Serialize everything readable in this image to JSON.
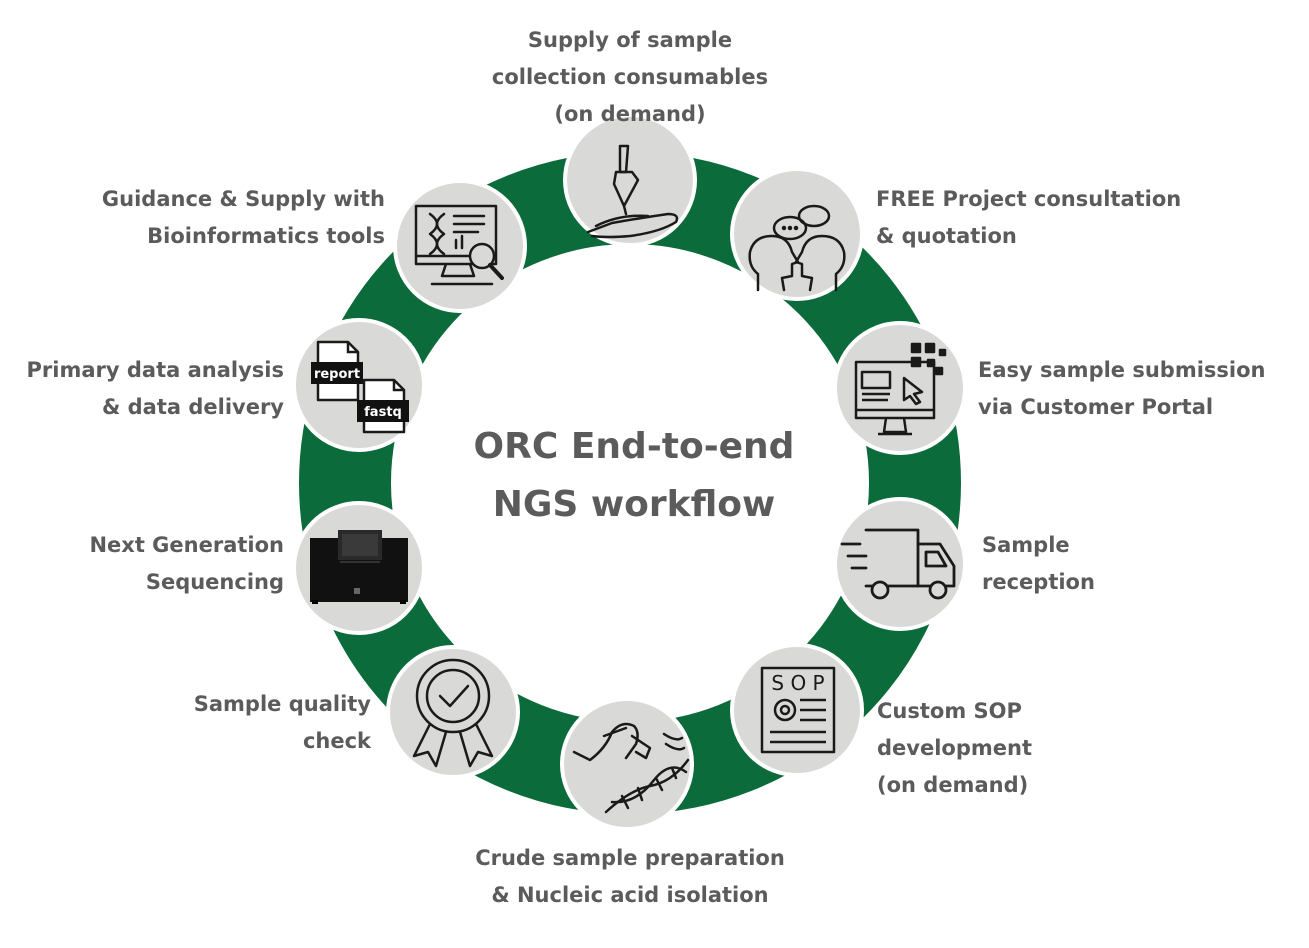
{
  "colors": {
    "ring": "#0b6b3a",
    "node": "#d9d9d7",
    "text": "#5b5b5b",
    "icon": "#1a1a1a"
  },
  "title": {
    "line1": "ORC End-to-end",
    "line2": "NGS workflow"
  },
  "steps": [
    {
      "icon": "pipette-hand-icon",
      "lines": [
        "Supply of sample",
        "collection consumables",
        "(on demand)"
      ]
    },
    {
      "icon": "consultation-heads-icon",
      "lines": [
        "FREE Project consultation",
        "& quotation"
      ]
    },
    {
      "icon": "customer-portal-monitor-icon",
      "lines": [
        "Easy sample submission",
        "via Customer Portal"
      ]
    },
    {
      "icon": "delivery-truck-icon",
      "lines": [
        "Sample",
        "reception"
      ]
    },
    {
      "icon": "sop-document-icon",
      "lines": [
        "Custom SOP",
        "development",
        "(on demand)"
      ]
    },
    {
      "icon": "dna-hand-icon",
      "lines": [
        "Crude sample preparation",
        "& Nucleic acid isolation"
      ]
    },
    {
      "icon": "quality-badge-icon",
      "lines": [
        "Sample quality",
        "check"
      ]
    },
    {
      "icon": "sequencer-icon",
      "lines": [
        "Next Generation",
        "Sequencing"
      ]
    },
    {
      "icon": "report-fastq-files-icon",
      "lines": [
        "Primary data analysis",
        "& data delivery"
      ],
      "file_labels": [
        "report",
        "fastq"
      ]
    },
    {
      "icon": "bioinformatics-monitor-icon",
      "lines": [
        "Guidance & Supply with",
        "Bioinformatics tools"
      ]
    }
  ],
  "sop_letters": "S O P"
}
